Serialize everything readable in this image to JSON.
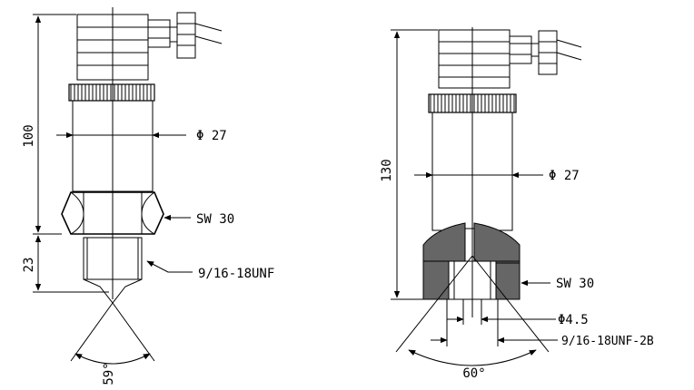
{
  "left": {
    "overall_length": "100",
    "lower_length": "23",
    "diameter": "Φ 27",
    "hex": "SW 30",
    "thread": "9/16-18UNF",
    "angle": "59°"
  },
  "right": {
    "overall_length": "130",
    "diameter": "Φ 27",
    "hex": "SW 30",
    "bore": "Φ4.5",
    "thread": "9/16-18UNF-2B",
    "angle": "60°"
  },
  "colors": {
    "line": "#000000",
    "fill_dark": "#666666",
    "background": "#ffffff"
  }
}
